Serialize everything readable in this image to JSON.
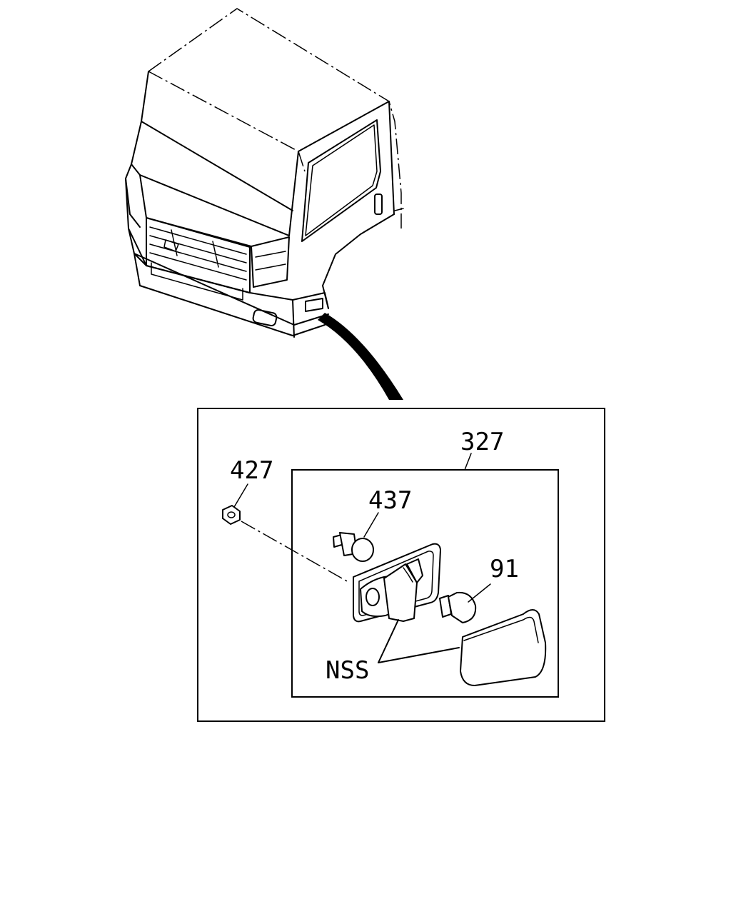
{
  "diagram": {
    "callouts": {
      "assembly": "327",
      "nut": "427",
      "socket": "437",
      "bulb": "91",
      "not_serviced": "NSS"
    }
  }
}
